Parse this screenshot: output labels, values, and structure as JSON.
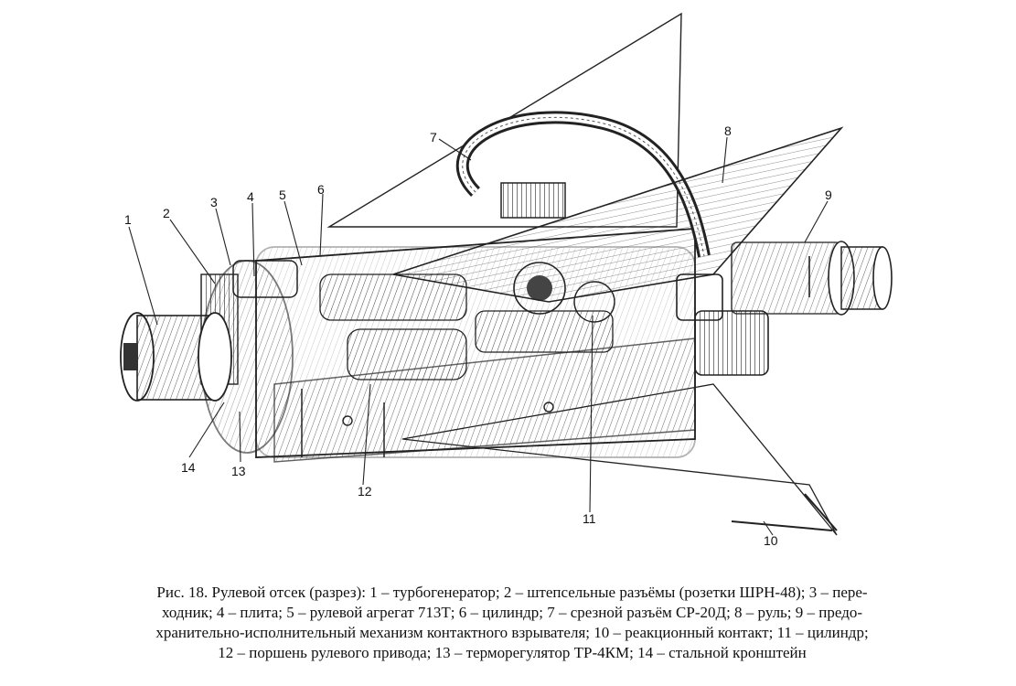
{
  "callouts": [
    "1",
    "2",
    "3",
    "4",
    "5",
    "6",
    "7",
    "8",
    "9",
    "10",
    "11",
    "12",
    "13",
    "14"
  ],
  "caption": {
    "lines": [
      "Рис. 18. Рулевой отсек (разрез): 1 – турбогенератор; 2 – штепсельные разъёмы (розетки ШРН-48); 3 – пере-",
      "ходник;  4 – плита;  5 – рулевой агрегат 713Т;  6 – цилиндр;  7 – срезной разъём СР-20Д;  8 – руль;  9 – предо-",
      "хранительно-исполнительный  механизм контактного  взрывателя;  10 – реакционный контакт; 11 – цилиндр;",
      "12 – поршень рулевого привода; 13 – терморегулятор ТР-4КМ; 14 – стальной кронштейн"
    ]
  }
}
